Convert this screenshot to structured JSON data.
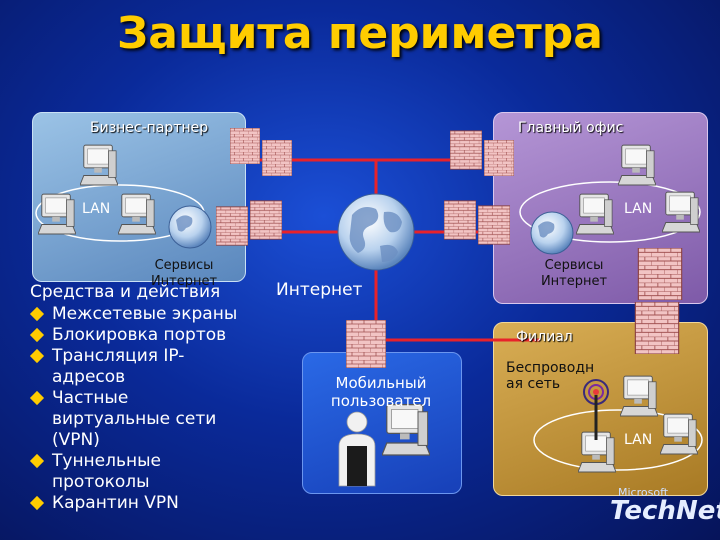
{
  "title": "Защита периметра",
  "partner": {
    "label": "Бизнес-партнер",
    "lan": "LAN",
    "services": [
      "Сервисы",
      "Интернет"
    ]
  },
  "office": {
    "label": "Главный офис",
    "lan": "LAN",
    "services": [
      "Сервисы",
      "Интернет"
    ]
  },
  "internet_label": "Интернет",
  "branch": {
    "label": "Филиал",
    "wireless": [
      "Беспроводн",
      "ая сеть"
    ],
    "lan": "LAN"
  },
  "mobile": {
    "label": [
      "Мобильный",
      "пользовател"
    ]
  },
  "measures": {
    "heading": "Средства и действия",
    "items": [
      "Межсетевые экраны",
      "Блокировка портов",
      "Трансляция IP-\nадресов",
      "Частные\nвиртуальные сети\n(VPN)",
      "Туннельные\nпротоколы",
      "Карантин VPN"
    ]
  },
  "logo": {
    "small": "Microsoft",
    "big": "TechNet"
  },
  "colors": {
    "title": "#ffcc00",
    "link": "#e8222a",
    "firewall": "#f2c4c4"
  }
}
